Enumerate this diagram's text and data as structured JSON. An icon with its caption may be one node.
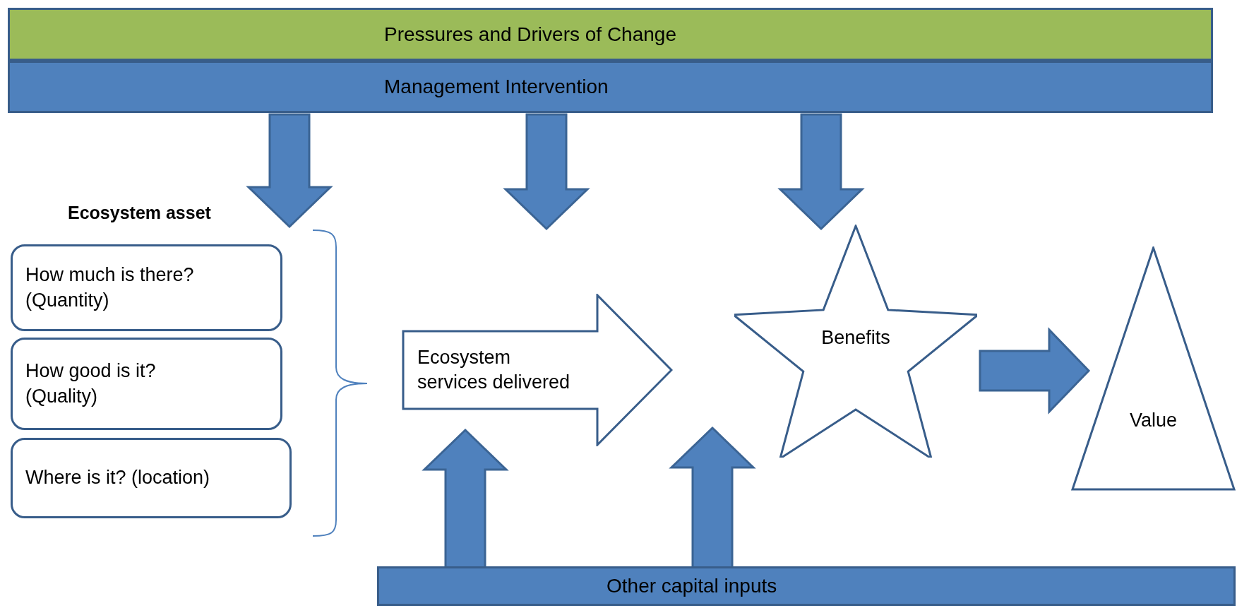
{
  "diagram": {
    "nodes": [
      {
        "text": [
          "Pressures and Drivers of Change"
        ]
      },
      {
        "text": [
          "Management Intervention"
        ]
      },
      {
        "text": [
          "Ecosystem asset"
        ]
      },
      {
        "text": [
          "How much is there? (Quantity)"
        ]
      },
      {
        "text": [
          "How good is it? (Quality)"
        ]
      },
      {
        "text": [
          "Where is it? (location)"
        ]
      },
      {
        "text": [
          "Ecosystem services delivered"
        ]
      },
      {
        "text": [
          "Benefits"
        ]
      },
      {
        "text": [
          "Value"
        ]
      },
      {
        "text": [
          "Other capital inputs"
        ]
      }
    ],
    "edges": [
      {
        "from": 1,
        "to": 2,
        "arrow": "to"
      },
      {
        "from": 1,
        "to": 6,
        "arrow": "to"
      },
      {
        "from": 1,
        "to": 7,
        "arrow": "to"
      },
      {
        "from": 7,
        "to": 8,
        "arrow": "to"
      },
      {
        "from": 9,
        "to": 6,
        "arrow": "to"
      },
      {
        "from": 9,
        "to": 7,
        "arrow": "to"
      }
    ]
  }
}
